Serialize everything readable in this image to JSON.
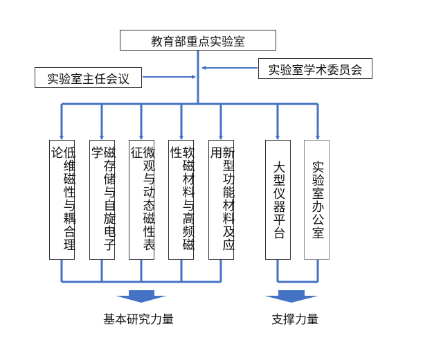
{
  "diagram": {
    "root": "教育部重点实验室",
    "left_input": "实验室主任会议",
    "right_input": "实验室学术委员会",
    "research_units": [
      "低维磁性与耦合理论",
      "磁存储与自旋电子学",
      "微观与动态磁性表征",
      "软磁材料与高频磁性",
      "新型功能材料及应用"
    ],
    "support_units": [
      "大型仪器平台",
      "实验室办公室"
    ],
    "research_group_label": "基本研究力量",
    "support_group_label": "支撑力量",
    "line_color": "#4472c4"
  }
}
